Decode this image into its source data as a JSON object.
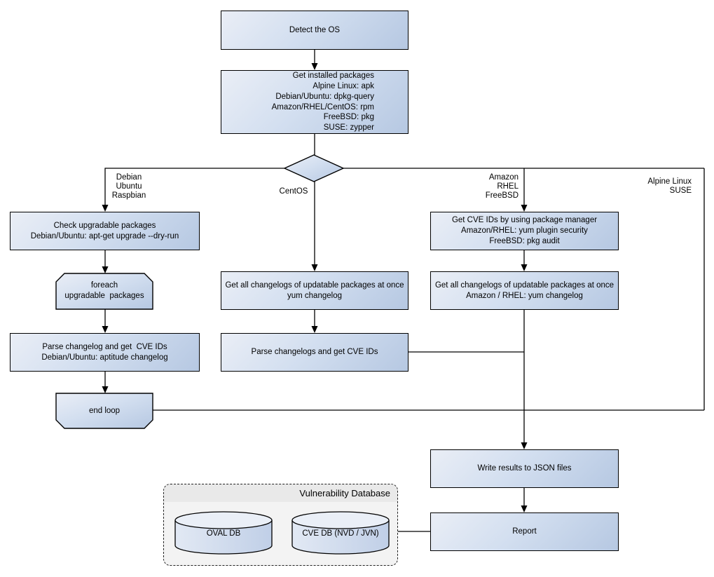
{
  "nodes": {
    "detect_os": "Detect the OS",
    "get_installed_packages": "Get installed packages\nAlpine Linux: apk\nDebian/Ubuntu: dpkg-query\nAmazon/RHEL/CentOS: rpm\nFreeBSD: pkg\nSUSE: zypper",
    "check_upgradable": "Check upgradable packages\nDebian/Ubuntu: apt-get upgrade --dry-run",
    "foreach_loop": "foreach\nupgradable  packages",
    "parse_changelog_left": "Parse changelog and get  CVE IDs\nDebian/Ubuntu: aptitude changelog",
    "end_loop": "end loop",
    "get_changelogs_center": "Get all changelogs of updatable packages at once\nyum changelog",
    "parse_changelogs_center": "Parse changelogs and get CVE IDs",
    "get_cve_ids_right": "Get CVE IDs by using package manager\nAmazon/RHEL: yum plugin security\nFreeBSD: pkg audit",
    "get_changelogs_right": "Get all changelogs of updatable packages at once\nAmazon / RHEL: yum changelog",
    "write_results": "Write results to JSON files",
    "report": "Report"
  },
  "branch_labels": {
    "debian": "Debian\nUbuntu\nRaspbian",
    "centos": "CentOS",
    "amazon": "Amazon\nRHEL\nFreeBSD",
    "alpine": "Alpine Linux\nSUSE"
  },
  "cluster": {
    "title": "Vulnerability Database",
    "oval_db": "OVAL DB",
    "cve_db": "CVE DB (NVD / JVN)"
  },
  "colors": {
    "node_fill_light": "#eaeef6",
    "node_fill_dark": "#b6c8e2",
    "node_border": "#000000",
    "connector": "#000000",
    "cluster_bg": "#f3f3f3",
    "cluster_header_bg": "#e9e9e9"
  }
}
